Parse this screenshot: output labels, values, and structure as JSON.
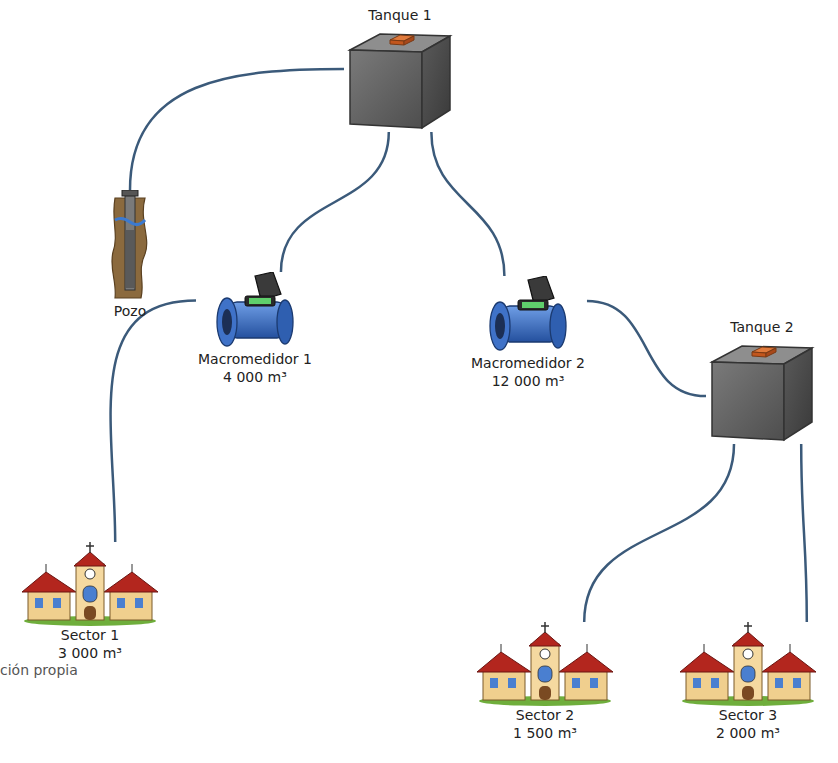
{
  "diagram": {
    "nodes": [
      {
        "text": [
          "Tanque 1"
        ]
      },
      {
        "text": [
          "Pozo"
        ]
      },
      {
        "text": [
          "Macromedidor 1",
          "4 000 m³"
        ]
      },
      {
        "text": [
          "Macromedidor 2",
          "12 000 m³"
        ]
      },
      {
        "text": [
          "Tanque 2"
        ]
      },
      {
        "text": [
          "Sector 1",
          "3 000 m³"
        ]
      },
      {
        "text": [
          "Sector 2",
          "1 500 m³"
        ]
      },
      {
        "text": [
          "Sector 3",
          "2 000 m³"
        ]
      }
    ],
    "edges": [
      {
        "from": 1,
        "to": 0,
        "arrow": "none"
      },
      {
        "from": 0,
        "to": 2,
        "arrow": "none"
      },
      {
        "from": 2,
        "to": 5,
        "arrow": "none"
      },
      {
        "from": 0,
        "to": 3,
        "arrow": "none"
      },
      {
        "from": 3,
        "to": 4,
        "arrow": "none"
      },
      {
        "from": 4,
        "to": 6,
        "arrow": "none"
      },
      {
        "from": 4,
        "to": 7,
        "arrow": "none"
      }
    ],
    "labels": [
      "ción propia"
    ]
  }
}
